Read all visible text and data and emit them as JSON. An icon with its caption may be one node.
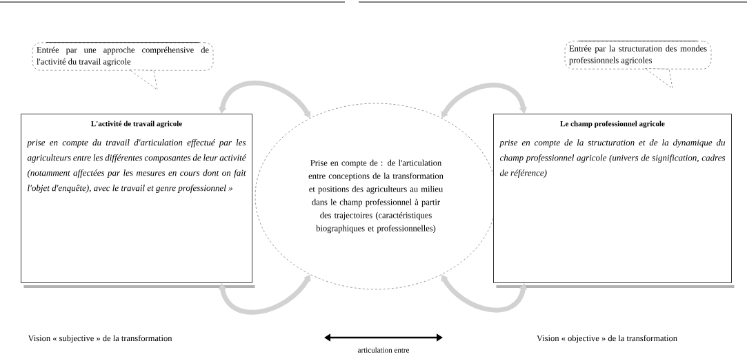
{
  "diagram": {
    "nodes": [
      {
        "text": [
          "Entrée par une approche compréhensive de l'activité du travail agricole"
        ]
      },
      {
        "text": [
          "Entrée par la structuration des mondes professionnels agricoles"
        ]
      },
      {
        "text": [
          "L'activité de travail agricole",
          "prise en compte du travail d'articulation effectué par les agriculteurs entre les différentes composantes de leur activité (notamment affectées par les mesures en cours dont on fait l'objet d'enquête), avec le travail et genre professionnel »"
        ]
      },
      {
        "text": [
          "Prise en compte de : de l'articulation entre conceptions de la transformation et positions des agriculteurs au milieu dans le champ professionnel à partir des trajectoires (caractéristiques biographiques et professionnelles)"
        ]
      },
      {
        "text": [
          "Le champ professionnel agricole",
          "prise en compte de la structuration et de la dynamique du champ professionnel agricole (univers de signification, cadres de référence)"
        ]
      },
      {
        "text": [
          "Vision « subjective » de la transformation"
        ]
      },
      {
        "text": [
          "Vision « objective » de la transformation"
        ]
      }
    ],
    "edges": [
      {
        "from": 2,
        "to": 3,
        "arrow": "both"
      },
      {
        "from": 3,
        "to": 4,
        "arrow": "both"
      },
      {
        "from": 2,
        "to": 3,
        "arrow": "both"
      },
      {
        "from": 3,
        "to": 4,
        "arrow": "both"
      }
    ],
    "labels": [
      "articulation entre"
    ]
  }
}
